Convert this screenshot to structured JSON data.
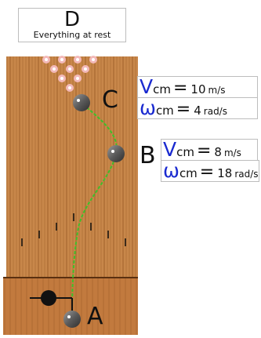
{
  "top_box": {
    "letter": "D",
    "caption": "Everything at rest"
  },
  "labels": {
    "a": "A",
    "b": "B",
    "c": "C"
  },
  "c_box": {
    "v_symbol": "V",
    "v_sub": "cm",
    "v_eq": "=",
    "v_value": "10",
    "v_unit": "m/s",
    "w_symbol": "ω",
    "w_sub": "cm",
    "w_eq": "=",
    "w_value": "4",
    "w_unit": "rad/s"
  },
  "b_box": {
    "v_symbol": "V",
    "v_sub": "cm",
    "v_eq": "=",
    "v_value": "8",
    "v_unit": "m/s",
    "w_symbol": "ω",
    "w_sub": "cm",
    "w_eq": "=",
    "w_value": "18",
    "w_unit": "rad/s"
  },
  "colors": {
    "lane_dark": "#9a5a26",
    "lane_light": "#c8874a",
    "approach": "#c27a3e",
    "path": "#3fbf2a",
    "ball": "#5a5a5a",
    "pin": "#f3b9b9",
    "symbol_blue": "#1a2ad0"
  }
}
